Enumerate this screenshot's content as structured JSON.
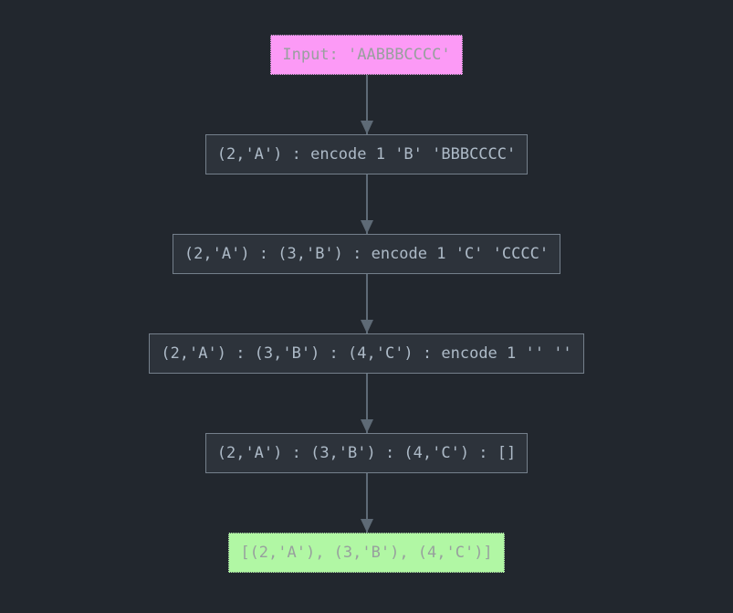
{
  "colors": {
    "page-bg": "#22272e",
    "node-bg": "#2d333b",
    "node-border": "#747f8b",
    "node-text": "#adbac7",
    "input-bg": "#fc9af6",
    "result-bg": "#b1f7a4",
    "accent-text": "#98a09e",
    "arrow": "#5e6a76",
    "colored-border": "#454b52"
  },
  "diagram": {
    "nodes": [
      {
        "id": "input",
        "kind": "input",
        "label": "Input: 'AABBBCCCC'"
      },
      {
        "id": "step-1",
        "kind": "step",
        "label": "(2,'A') : encode 1 'B' 'BBBCCCC'"
      },
      {
        "id": "step-2",
        "kind": "step",
        "label": "(2,'A') : (3,'B') : encode 1 'C' 'CCCC'"
      },
      {
        "id": "step-3",
        "kind": "step",
        "label": "(2,'A') : (3,'B') : (4,'C') : encode 1 '' ''"
      },
      {
        "id": "step-4",
        "kind": "step",
        "label": "(2,'A') : (3,'B') : (4,'C') : []"
      },
      {
        "id": "result",
        "kind": "result",
        "label": "[(2,'A'), (3,'B'), (4,'C')]"
      }
    ],
    "edges": [
      {
        "from": "input",
        "to": "step-1"
      },
      {
        "from": "step-1",
        "to": "step-2"
      },
      {
        "from": "step-2",
        "to": "step-3"
      },
      {
        "from": "step-3",
        "to": "step-4"
      },
      {
        "from": "step-4",
        "to": "result"
      }
    ]
  }
}
